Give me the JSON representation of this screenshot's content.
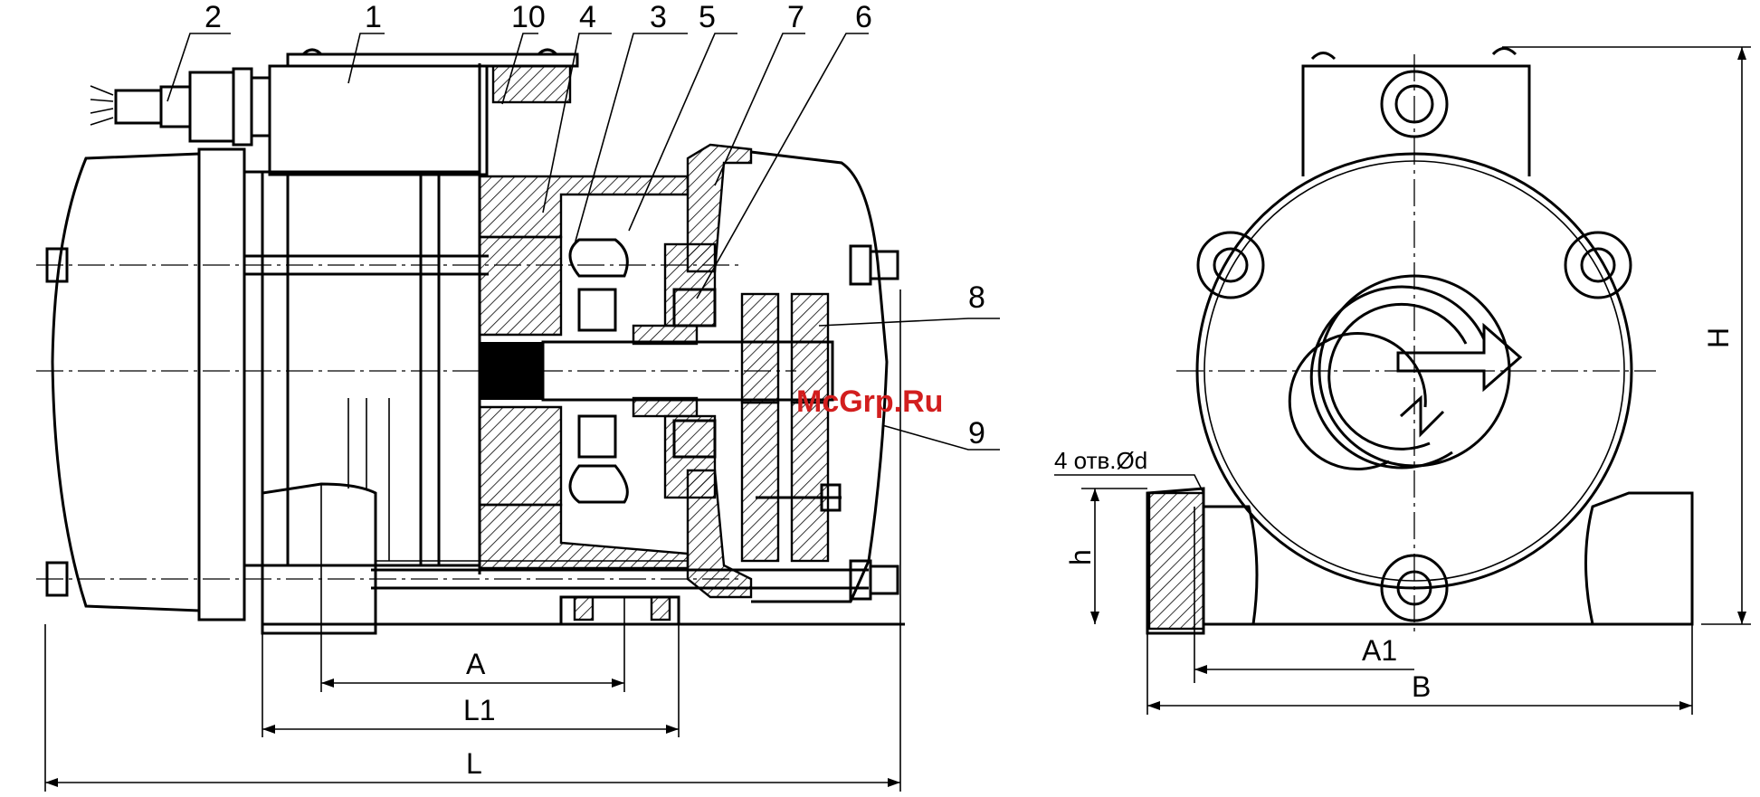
{
  "callouts": [
    "2",
    "1",
    "10",
    "4",
    "3",
    "5",
    "7",
    "6",
    "8",
    "9"
  ],
  "dimensions": {
    "A": "A",
    "L1": "L1",
    "L": "L",
    "h": "h",
    "H": "H",
    "A1": "A1",
    "B": "B",
    "holes": "4 отв.Ød"
  },
  "watermark": "McGrp.Ru",
  "colors": {
    "lines": "#000000",
    "watermark": "#d21e1e",
    "background": "#ffffff"
  }
}
